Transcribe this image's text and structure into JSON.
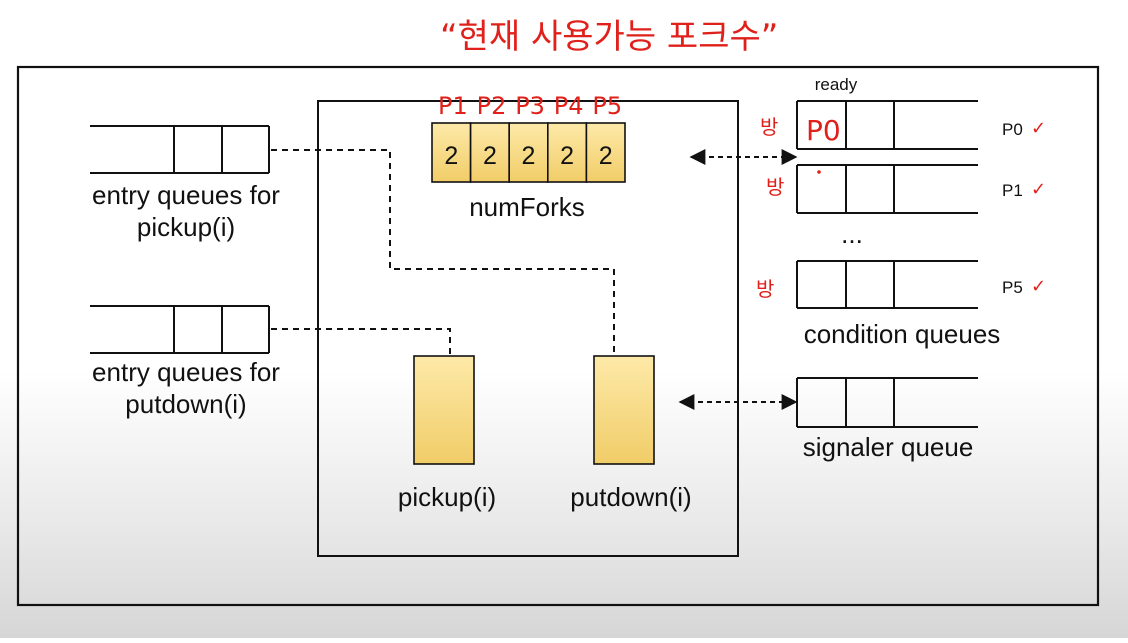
{
  "handwritten": {
    "title_note": "“현재 사용가능 포크수”",
    "philosopher_labels": [
      "P1",
      "P2",
      "P3",
      "P4",
      "P5"
    ],
    "cell_note": "P0",
    "side_notes": [
      "방",
      "방",
      "방"
    ],
    "checkmarks": [
      "✓",
      "✓",
      "✓"
    ]
  },
  "fork_counts": [
    2,
    2,
    2,
    2,
    2
  ],
  "labels": {
    "num_forks": "numForks",
    "entry_pickup_line1": "entry queues for",
    "entry_pickup_line2": "pickup(i)",
    "entry_putdown_line1": "entry queues for",
    "entry_putdown_line2": "putdown(i)",
    "pickup": "pickup(i)",
    "putdown": "putdown(i)",
    "ready": "ready",
    "condition_rows": [
      "P0",
      "P1",
      "P5"
    ],
    "ellipsis": "...",
    "condition_queues": "condition queues",
    "signaler_queue": "signaler queue"
  },
  "colors": {
    "box_fill": "#fce49b",
    "box_fill_bottom": "#f2cf6a",
    "ink": "#111111",
    "handwriting": "#e0201b"
  }
}
